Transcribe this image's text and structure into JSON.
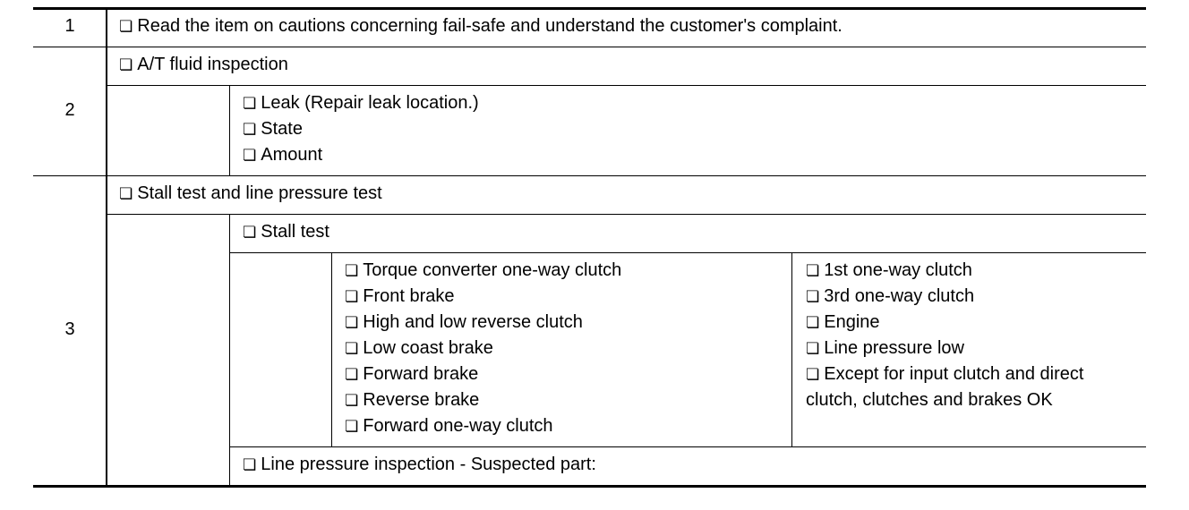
{
  "checkbox_glyph": "❏",
  "steps": [
    {
      "number": "1",
      "items": [
        "Read the item on cautions concerning fail-safe and understand the customer's complaint."
      ]
    },
    {
      "number": "2",
      "heading": "A/T fluid inspection",
      "sub_items": [
        "Leak (Repair leak location.)",
        "State",
        "Amount"
      ]
    },
    {
      "number": "3",
      "heading": "Stall test and line pressure test",
      "stall_test": {
        "label": "Stall test",
        "left_items": [
          "Torque converter one-way clutch",
          "Front brake",
          "High and low reverse clutch",
          "Low coast brake",
          "Forward brake",
          "Reverse brake",
          "Forward one-way clutch"
        ],
        "right_items": [
          "1st one-way clutch",
          "3rd one-way clutch",
          "Engine",
          "Line pressure low"
        ],
        "right_last_line1": "Except for input clutch and direct",
        "right_last_line2": "clutch, clutches and brakes OK"
      },
      "line_pressure": "Line pressure inspection - Suspected part:"
    }
  ]
}
